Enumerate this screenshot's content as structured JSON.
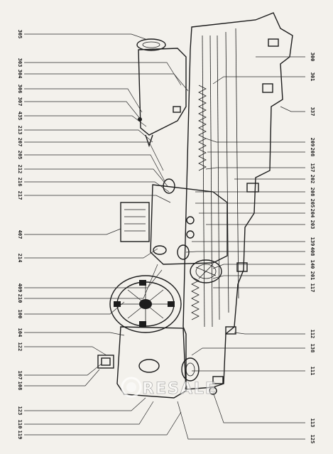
{
  "callouts_left": [
    "305",
    "303",
    "304",
    "306",
    "307",
    "435",
    "213",
    "207",
    "205",
    "212",
    "216",
    "217",
    "407",
    "214",
    "409",
    "210",
    "100",
    "104",
    "122",
    "107",
    "108",
    "123",
    "110",
    "119"
  ],
  "callouts_right": [
    "300",
    "301",
    "337",
    "209",
    "208",
    "157",
    "202",
    "208",
    "205",
    "204",
    "203",
    "139",
    "408",
    "140",
    "201",
    "117",
    "112",
    "138",
    "111",
    "113",
    "125"
  ],
  "watermark": "RESALE",
  "colors": {
    "ink": "#1c1c1c",
    "paper": "#f3f1ec"
  }
}
